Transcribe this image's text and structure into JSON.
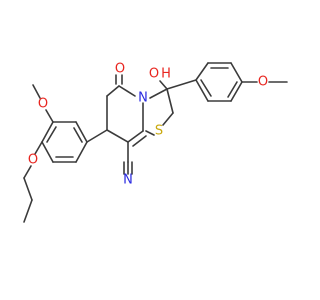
{
  "colors": {
    "bond": "#3b3b3b",
    "O": "#e8251f",
    "N": "#2a2ae0",
    "S": "#c9a90e"
  },
  "atoms": [
    {
      "id": "O_keto",
      "text": "O",
      "element": "O"
    },
    {
      "id": "N_ring",
      "text": "N",
      "element": "N"
    },
    {
      "id": "O_hydroxy",
      "text": "O",
      "element": "O"
    },
    {
      "id": "H_hydroxy",
      "text": "H",
      "element": "O"
    },
    {
      "id": "O_methoxy_right",
      "text": "O",
      "element": "O"
    },
    {
      "id": "S_ring",
      "text": "S",
      "element": "S"
    },
    {
      "id": "O_methoxy_left",
      "text": "O",
      "element": "O"
    },
    {
      "id": "O_propoxy",
      "text": "O",
      "element": "O"
    },
    {
      "id": "N_nitrile",
      "text": "N",
      "element": "N"
    }
  ]
}
